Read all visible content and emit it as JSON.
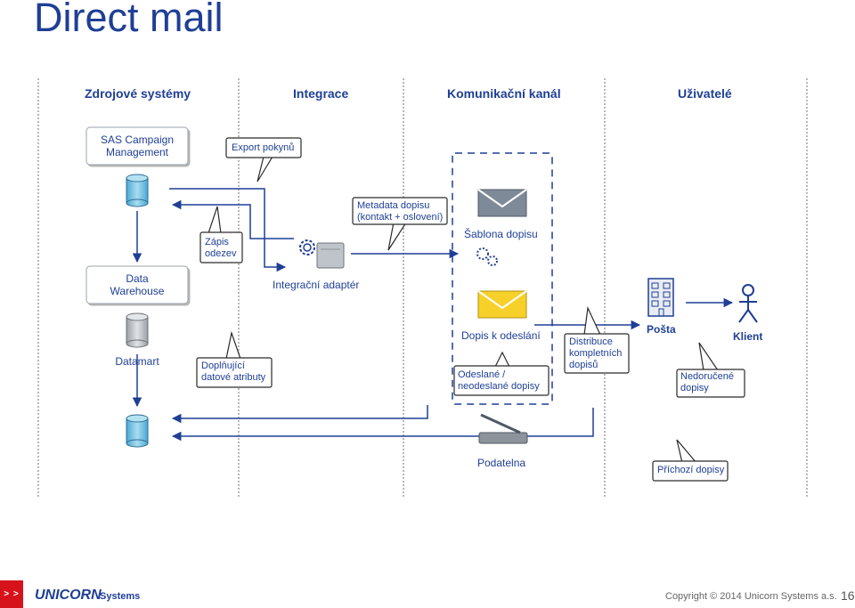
{
  "title": "Direct mail",
  "columns": [
    "Zdrojové systémy",
    "Integrace",
    "Komunikační kanál",
    "Uživatelé"
  ],
  "nodes": {
    "sas": "SAS Campaign\nManagement",
    "warehouse": "Data\nWarehouse",
    "datamart": "Datamart",
    "adapter": "Integrační adaptér",
    "template": "Šablona dopisu",
    "letter_to_send": "Dopis k odeslání",
    "post": "Pošta",
    "client": "Klient",
    "mailroom": "Podatelna"
  },
  "callouts": {
    "export": "Export pokynů",
    "zapis": "Zápis\nodezev",
    "metadata": "Metadata dopisu\n(kontakt + oslovení)",
    "doplnujici": "Doplňující\ndatové atributy",
    "odeslane": "Odeslané /\nneodeslané dopisy",
    "distribuce": "Distribuce\nkompletních\ndopisů",
    "nedorucene": "Nedoručené\ndopisy",
    "prichozi": "Příchozí dopisy"
  },
  "footer": {
    "arrows": "> >",
    "logo": "UNICORN",
    "logo_sub": "Systems",
    "copyright": "Copyright © 2014  Unicorn Systems a.s.",
    "page": "16"
  },
  "colors": {
    "accent": "#1f3f95",
    "db_fill": "#7bc7e6",
    "envelope_yellow": "#f7d12a",
    "footer_red": "#d6131b",
    "callout_fill": "#ffffff"
  },
  "icons": [
    "database-icon",
    "gear-icon",
    "server-icon",
    "envelope-icon",
    "building-icon",
    "person-icon",
    "scanner-icon"
  ]
}
